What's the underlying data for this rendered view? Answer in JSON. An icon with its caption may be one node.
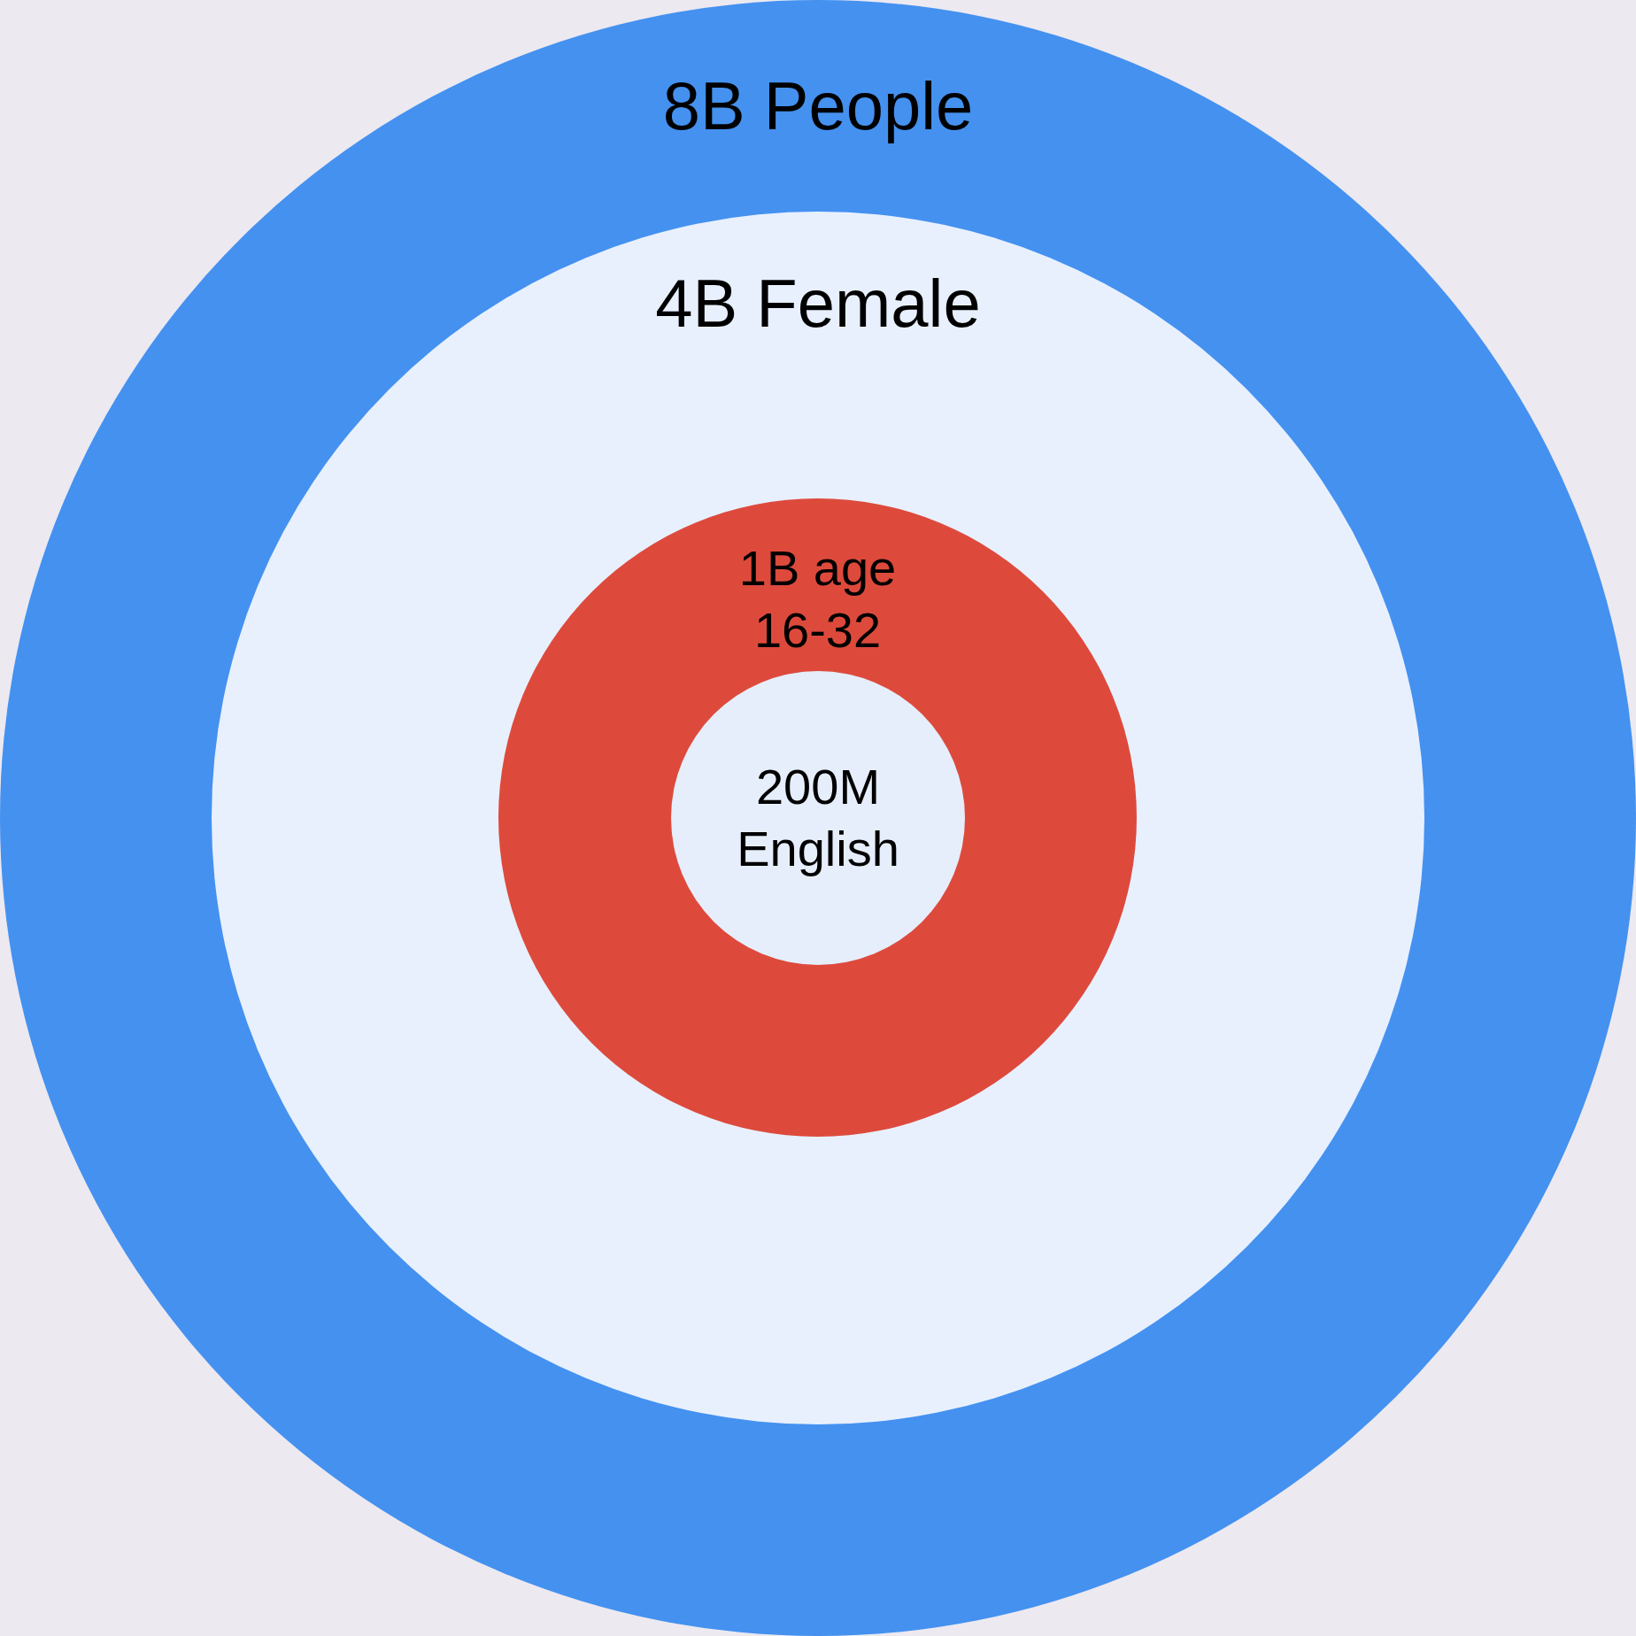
{
  "diagram": {
    "nodes": [
      {
        "text": [
          "8B People"
        ]
      },
      {
        "text": [
          "4B Female"
        ],
        "in": 0
      },
      {
        "text": [
          "1B age 16-32"
        ],
        "in": 1
      },
      {
        "text": [
          "200M English"
        ],
        "in": 2
      }
    ]
  }
}
